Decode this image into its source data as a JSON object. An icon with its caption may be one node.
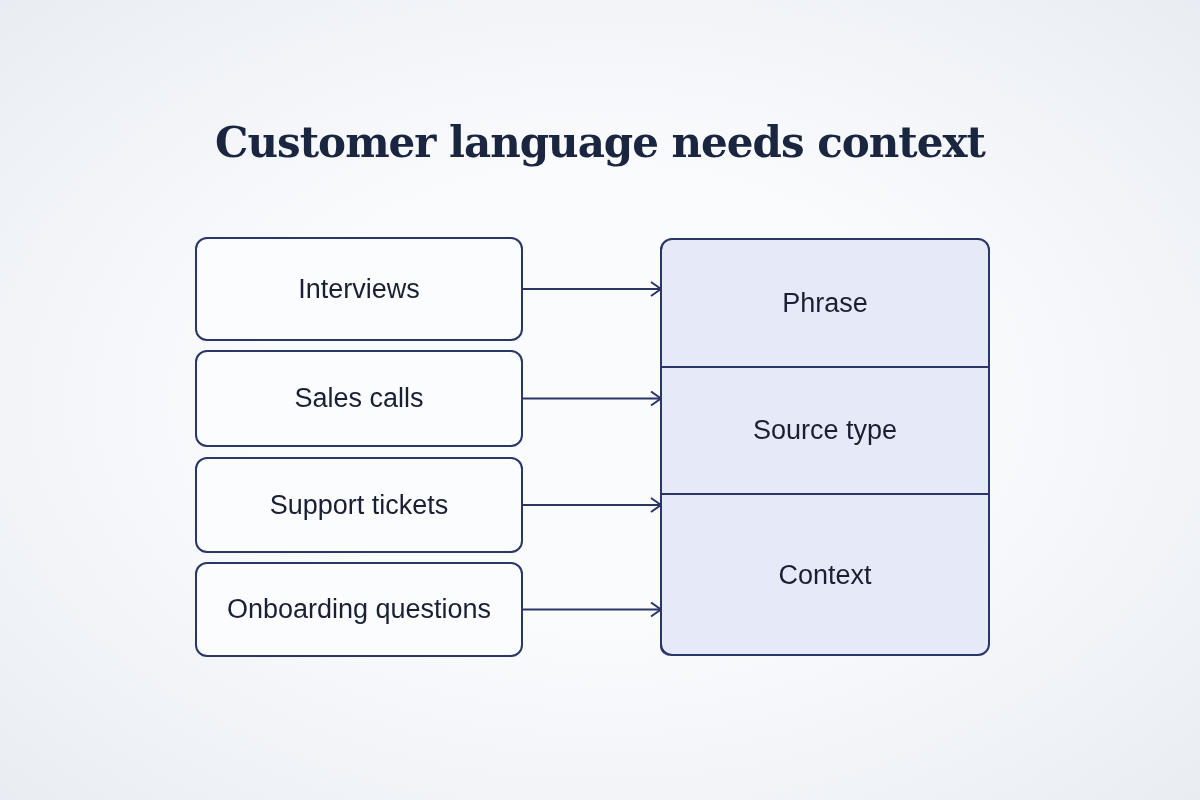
{
  "diagram": {
    "title": "Customer language needs context",
    "nodes": [
      {
        "text": [
          "Interviews"
        ]
      },
      {
        "text": [
          "Sales calls"
        ]
      },
      {
        "text": [
          "Support tickets"
        ]
      },
      {
        "text": [
          "Onboarding questions"
        ]
      },
      {
        "text": [],
        "shape": "box"
      },
      {
        "text": [
          "Phrase"
        ],
        "in": 4
      },
      {
        "text": [
          "Source type"
        ],
        "in": 4
      },
      {
        "text": [
          "Context"
        ],
        "in": 4
      }
    ],
    "edges": [
      {
        "from": 0,
        "to": 5,
        "arrow": "to"
      },
      {
        "from": 1,
        "to": 6,
        "arrow": "to"
      },
      {
        "from": 2,
        "to": 7,
        "arrow": "to"
      },
      {
        "from": 3,
        "to": 7,
        "arrow": "to"
      }
    ]
  }
}
